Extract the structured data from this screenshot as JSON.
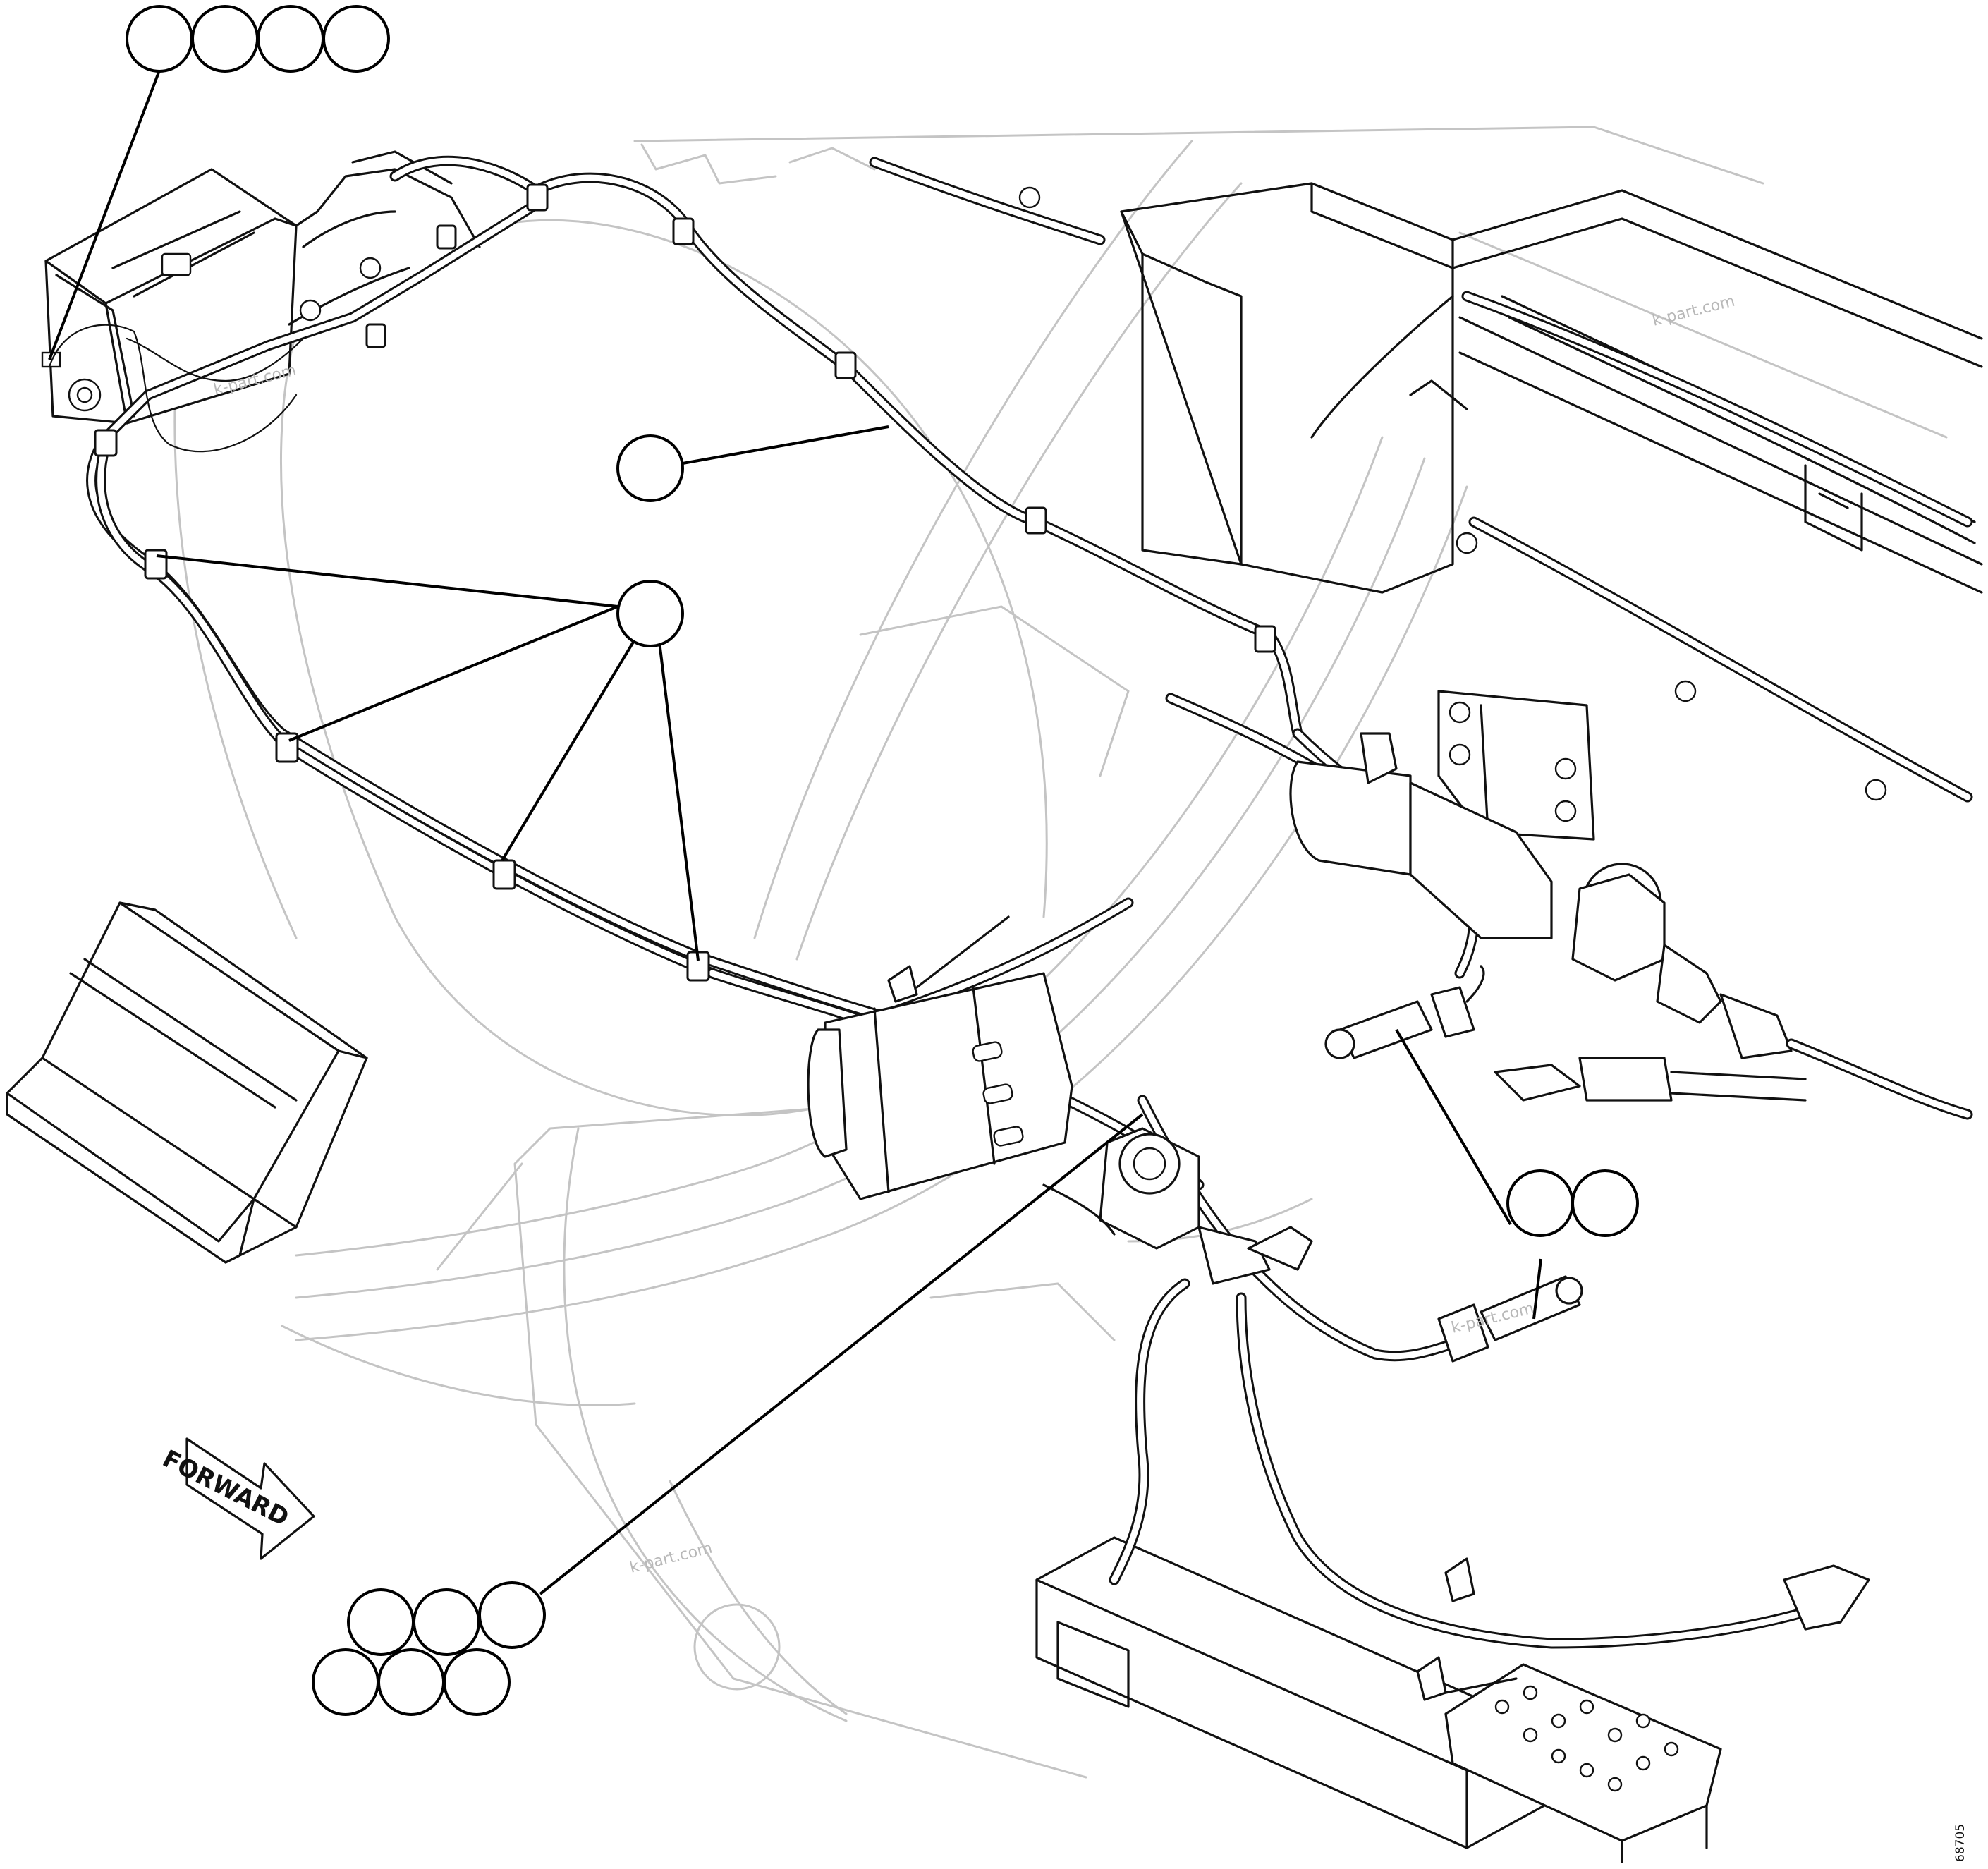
{
  "direction_arrow": {
    "label": "FORWARD"
  },
  "watermarks": [
    "k-part.com",
    "k-part.com",
    "k-part.com",
    "k-part.com"
  ],
  "figure_number": "68705",
  "callout_groups": [
    {
      "name": "control-box",
      "count": 4
    },
    {
      "name": "main-harness",
      "count": 1
    },
    {
      "name": "harness-clips",
      "count": 1
    },
    {
      "name": "sensor-probes",
      "count": 2
    },
    {
      "name": "connector-hardware",
      "count": 6
    }
  ],
  "colors": {
    "ink": "#111111",
    "context_lines": "#c4c4c4",
    "background": "#ffffff"
  }
}
